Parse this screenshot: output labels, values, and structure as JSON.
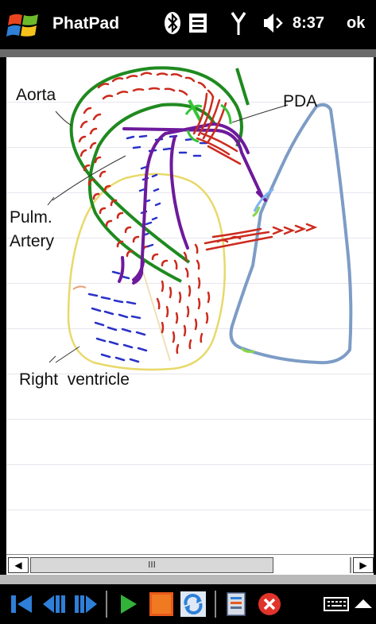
{
  "titlebar": {
    "app_title": "PhatPad",
    "clock": "8:37",
    "ok_label": "ok",
    "icons": [
      "windows-start-icon",
      "bluetooth-icon",
      "notes-icon",
      "signal-icon",
      "volume-icon"
    ]
  },
  "note": {
    "labels": {
      "aorta": "Aorta",
      "pda": "PDA",
      "pulm_line1": "Pulm.",
      "pulm_line2": "Artery",
      "right_ventricle": "Right  ventricle"
    },
    "ink_colors": {
      "green": "#1f8a1f",
      "red": "#cc2b1d",
      "blue": "#2a32c8",
      "purple": "#6d1a9c",
      "yellow": "#e8d96a",
      "light_blue": "#7d9cc6"
    }
  },
  "scrollbar": {
    "thumb_grip": "III",
    "left_arrow": "◀",
    "right_arrow": "▶"
  },
  "toolbar": {
    "icons": [
      "skip-first-icon",
      "skip-back-icon",
      "skip-forward-icon",
      "play-icon",
      "stop-icon",
      "refresh-icon",
      "document-icon",
      "close-icon",
      "keyboard-icon",
      "menu-up-icon"
    ]
  }
}
